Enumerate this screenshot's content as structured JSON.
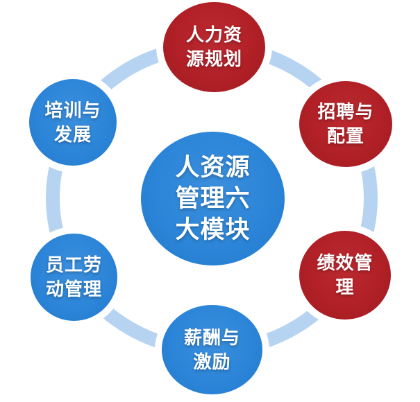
{
  "diagram": {
    "kind": "cycle-diagram",
    "background": "#ffffff"
  },
  "colors": {
    "blue_circle": "#2c85d8",
    "red_circle": "#b02026",
    "ring": "#b7d3f2",
    "text": "#ffffff"
  },
  "center": {
    "label": "人资源管理六大模块",
    "lines": [
      "人资源",
      "管理六",
      "大模块"
    ],
    "color": "blue"
  },
  "nodes": [
    {
      "label": "人力资源规划",
      "lines": [
        "人力资",
        "源规划"
      ],
      "color": "red",
      "position": "top"
    },
    {
      "label": "招聘与配置",
      "lines": [
        "招聘与",
        "配置"
      ],
      "color": "red",
      "position": "top-right"
    },
    {
      "label": "绩效管理",
      "lines": [
        "绩效管",
        "理"
      ],
      "color": "red",
      "position": "bottom-right"
    },
    {
      "label": "薪酬与激励",
      "lines": [
        "薪酬与",
        "激励"
      ],
      "color": "blue",
      "position": "bottom"
    },
    {
      "label": "员工劳动管理",
      "lines": [
        "员工劳",
        "动管理"
      ],
      "color": "blue",
      "position": "bottom-left"
    },
    {
      "label": "培训与发展",
      "lines": [
        "培训与",
        "发展"
      ],
      "color": "blue",
      "position": "top-left"
    }
  ]
}
